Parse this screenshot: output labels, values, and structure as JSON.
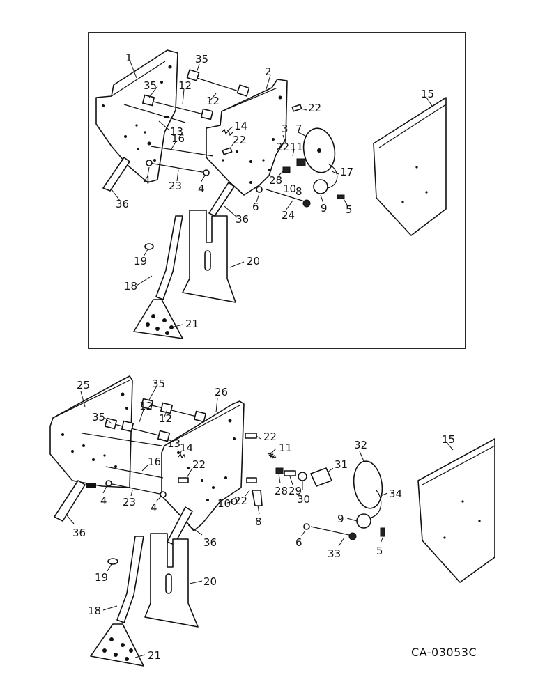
{
  "drawing_code": "CA-03053C",
  "top_view": {
    "callouts": [
      "1",
      "35",
      "2",
      "35",
      "12",
      "12",
      "13",
      "14",
      "22",
      "3",
      "7",
      "15",
      "22",
      "16",
      "22",
      "11",
      "17",
      "4",
      "23",
      "4",
      "28",
      "10",
      "8",
      "36",
      "6",
      "36",
      "24",
      "9",
      "5",
      "19",
      "20",
      "18",
      "21"
    ]
  },
  "bottom_view": {
    "callouts": [
      "25",
      "35",
      "26",
      "35",
      "12",
      "12",
      "13",
      "14",
      "22",
      "16",
      "22",
      "11",
      "32",
      "31",
      "15",
      "4",
      "23",
      "4",
      "10",
      "28",
      "29",
      "30",
      "34",
      "22",
      "8",
      "9",
      "36",
      "36",
      "6",
      "33",
      "5",
      "19",
      "20",
      "18",
      "21"
    ]
  }
}
